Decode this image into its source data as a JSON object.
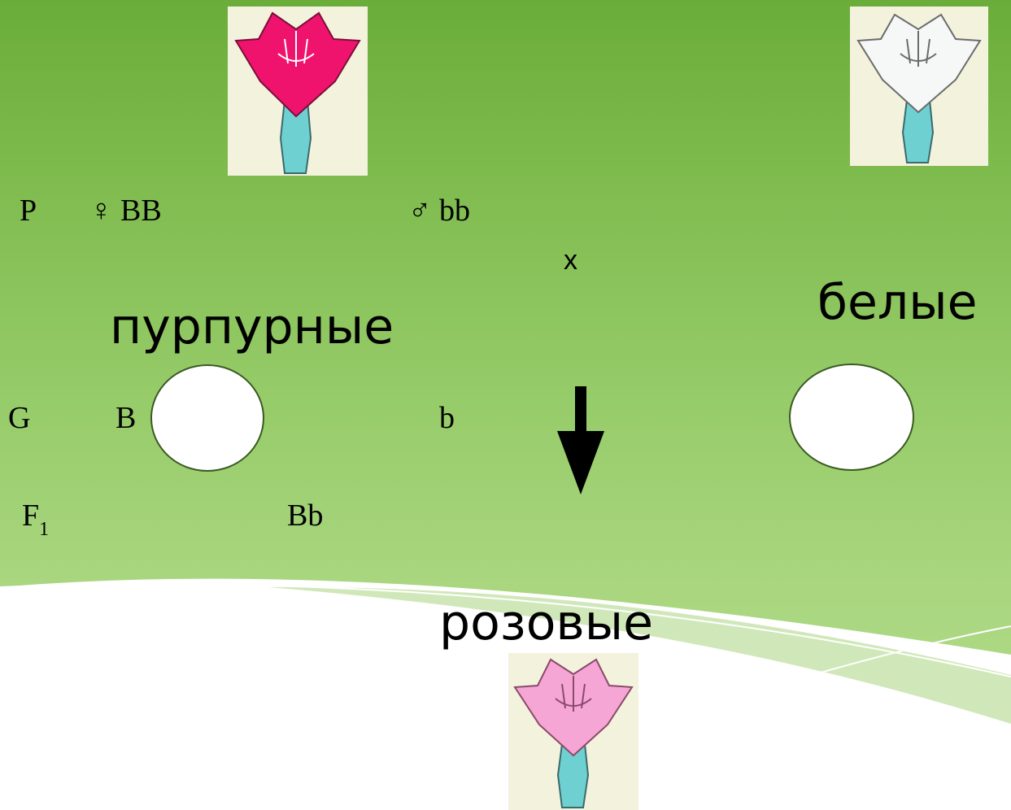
{
  "parents_label": "P",
  "female_genotype": "♀ BB",
  "male_genotype": "♂ bb",
  "cross_symbol": "x",
  "gametes_label": "G",
  "female_gamete": "B",
  "male_gamete": "b",
  "f1_label": "F",
  "f1_subscript": "1",
  "f1_genotype": "Bb",
  "phenotypes": {
    "purple": "пурпурные",
    "white": "белые",
    "pink": "розовые"
  },
  "colors": {
    "purple_flower": "#f0136e",
    "white_flower": "#f6f8f8",
    "pink_flower": "#f6a6d4",
    "tube": "#6fd0d2"
  },
  "icons": [
    "flower-purple",
    "flower-white",
    "flower-pink",
    "down-arrow-icon"
  ]
}
